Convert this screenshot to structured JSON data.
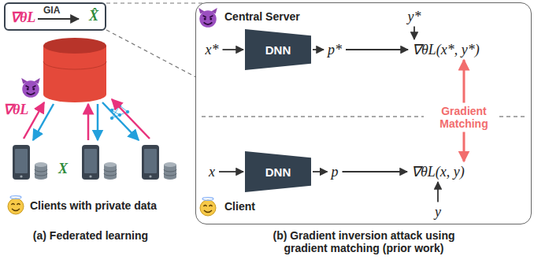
{
  "diagram": {
    "nodes": [
      {
        "text": [
          "∇θL",
          "GIA",
          "X̂"
        ]
      },
      {
        "text": [
          "Central Server",
          "Client"
        ]
      },
      {
        "text": [
          "x*"
        ],
        "in": 1
      },
      {
        "text": [
          "DNN"
        ],
        "in": 1
      },
      {
        "text": [
          "p*"
        ],
        "in": 1
      },
      {
        "text": [
          "∇θL(x*, y*)"
        ],
        "in": 1
      },
      {
        "text": [
          "y*"
        ],
        "in": 1
      },
      {
        "text": [
          "Gradient Matching"
        ],
        "in": 1
      },
      {
        "text": [
          "x"
        ],
        "in": 1
      },
      {
        "text": [
          "DNN"
        ],
        "in": 1
      },
      {
        "text": [
          "p"
        ],
        "in": 1
      },
      {
        "text": [
          "∇θL(x, y)"
        ],
        "in": 1
      },
      {
        "text": [
          "y"
        ],
        "in": 1
      }
    ],
    "edges": [
      {
        "from": 0,
        "to": 1,
        "arrow": "none"
      },
      {
        "from": 0,
        "to": 1,
        "arrow": "none"
      },
      {
        "from": 2,
        "to": 3,
        "arrow": "to"
      },
      {
        "from": 3,
        "to": 4,
        "arrow": "to"
      },
      {
        "from": 4,
        "to": 5,
        "arrow": "to"
      },
      {
        "from": 6,
        "to": 5,
        "arrow": "to"
      },
      {
        "from": 7,
        "to": 5,
        "arrow": "to"
      },
      {
        "from": 7,
        "to": 11,
        "arrow": "to"
      },
      {
        "from": 8,
        "to": 9,
        "arrow": "to"
      },
      {
        "from": 9,
        "to": 10,
        "arrow": "to"
      },
      {
        "from": 10,
        "to": 11,
        "arrow": "to"
      },
      {
        "from": 12,
        "to": 11,
        "arrow": "to"
      }
    ],
    "labels": [
      "∇θL",
      "X",
      "Clients with private data",
      "(a) Federated learning",
      "(b) Gradient inversion attack using gradient matching (prior work)"
    ]
  }
}
